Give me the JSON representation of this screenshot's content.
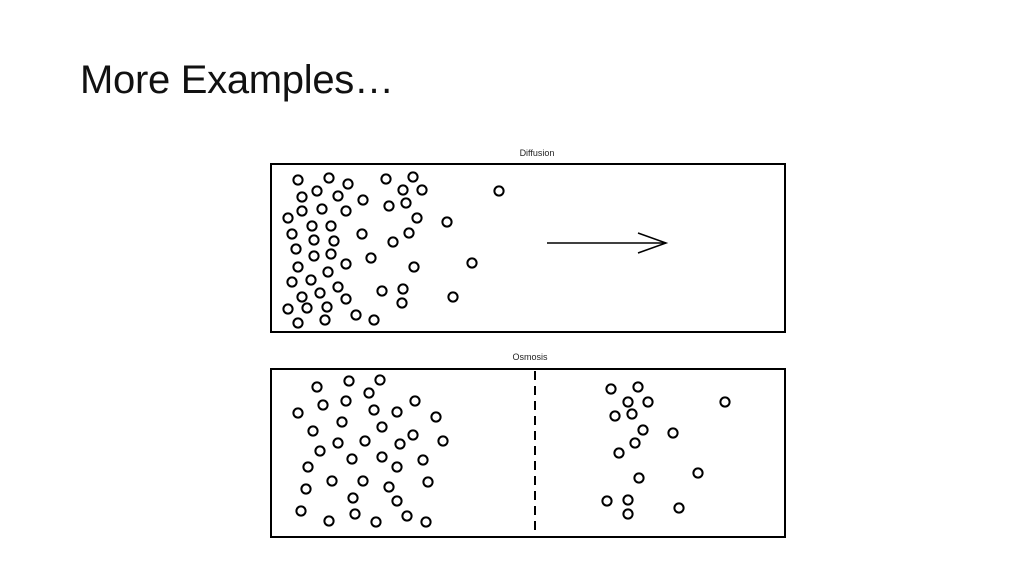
{
  "slide": {
    "title": "More Examples…"
  },
  "diagrams": {
    "diffusion": {
      "label": "Diffusion"
    },
    "osmosis": {
      "label": "Osmosis"
    }
  }
}
